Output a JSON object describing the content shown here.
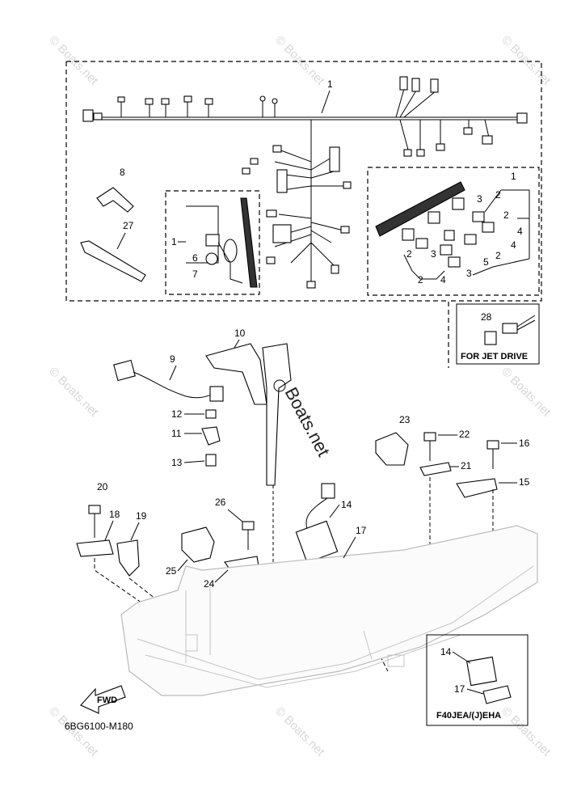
{
  "diagram": {
    "code": "6BG6100-M180",
    "fwd_label": "FWD",
    "jet_drive_label": "FOR JET DRIVE",
    "model_label": "F40JEA/(J)EHA",
    "watermark_text": "© Boats.net",
    "center_watermark": "Boats.net",
    "callouts": {
      "c1a": "1",
      "c1b": "1",
      "c1c": "1",
      "c2a": "2",
      "c2b": "2",
      "c2c": "2",
      "c2d": "2",
      "c2e": "2",
      "c3a": "3",
      "c3b": "3",
      "c3c": "3",
      "c4a": "4",
      "c4b": "4",
      "c4c": "4",
      "c5": "5",
      "c6": "6",
      "c7": "7",
      "c8": "8",
      "c9": "9",
      "c10": "10",
      "c11": "11",
      "c12": "12",
      "c13": "13",
      "c14a": "14",
      "c14b": "14",
      "c15": "15",
      "c16": "16",
      "c17a": "17",
      "c17b": "17",
      "c18": "18",
      "c19": "19",
      "c20": "20",
      "c21": "21",
      "c22": "22",
      "c23": "23",
      "c24": "24",
      "c25": "25",
      "c26": "26",
      "c27": "27",
      "c28": "28"
    }
  }
}
